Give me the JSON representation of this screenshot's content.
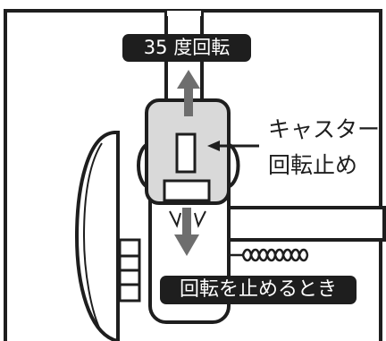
{
  "labels": {
    "rotation": "35 度回転",
    "stop_rotation": "回転を止めるとき",
    "caster_lock_line1": "キャスター",
    "caster_lock_line2": "回転止め"
  },
  "colors": {
    "ink": "#1e1e1e",
    "knob_fill": "#d9d9d9",
    "arrow_fill": "#6e6e6e",
    "background": "#ffffff"
  },
  "icons": {
    "arrow_up": "rotate-arrow-up-icon",
    "arrow_down": "stop-arrow-down-icon"
  }
}
